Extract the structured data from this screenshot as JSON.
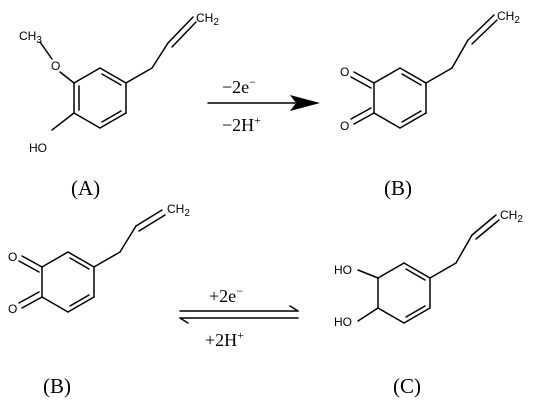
{
  "reaction1": {
    "above": "−2e",
    "above_sup": "−",
    "below": "−2H",
    "below_sup": "+"
  },
  "reaction2": {
    "above": "+2e",
    "above_sup": "−",
    "below": "+2H",
    "below_sup": "+"
  },
  "compounds": {
    "A": {
      "label": "(A)"
    },
    "B1": {
      "label": "(B)"
    },
    "B2": {
      "label": "(B)"
    },
    "C": {
      "label": "(C)"
    }
  },
  "atoms": {
    "ch3": "CH",
    "ch3_sub": "3",
    "ch2": "CH",
    "ch2_sub": "2",
    "oxygen": "O",
    "ho": "HO"
  }
}
